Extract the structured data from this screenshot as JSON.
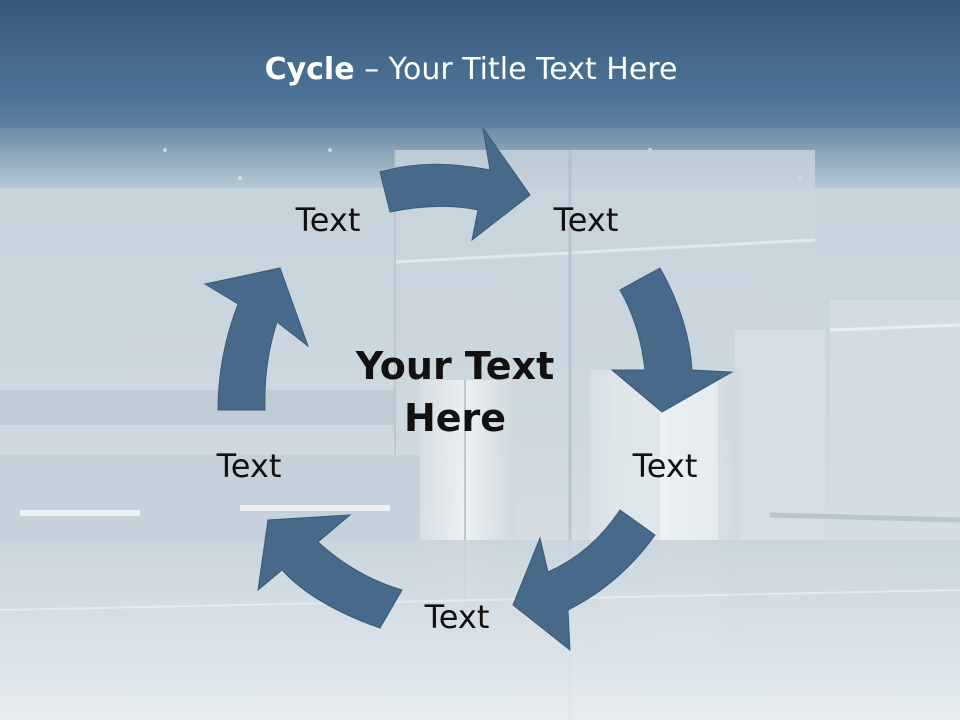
{
  "slide": {
    "title_bold": "Cycle",
    "title_separator": " – ",
    "title_rest": "Your Title Text Here",
    "center_text": "Your Text Here",
    "nodes": [
      {
        "label": "Text"
      },
      {
        "label": "Text"
      },
      {
        "label": "Text"
      },
      {
        "label": "Text"
      },
      {
        "label": "Text"
      }
    ]
  },
  "colors": {
    "arrow": "#476a8a",
    "header": "#3e6384",
    "background": "#c9d6de",
    "text": "#111111",
    "title": "#ffffff"
  }
}
